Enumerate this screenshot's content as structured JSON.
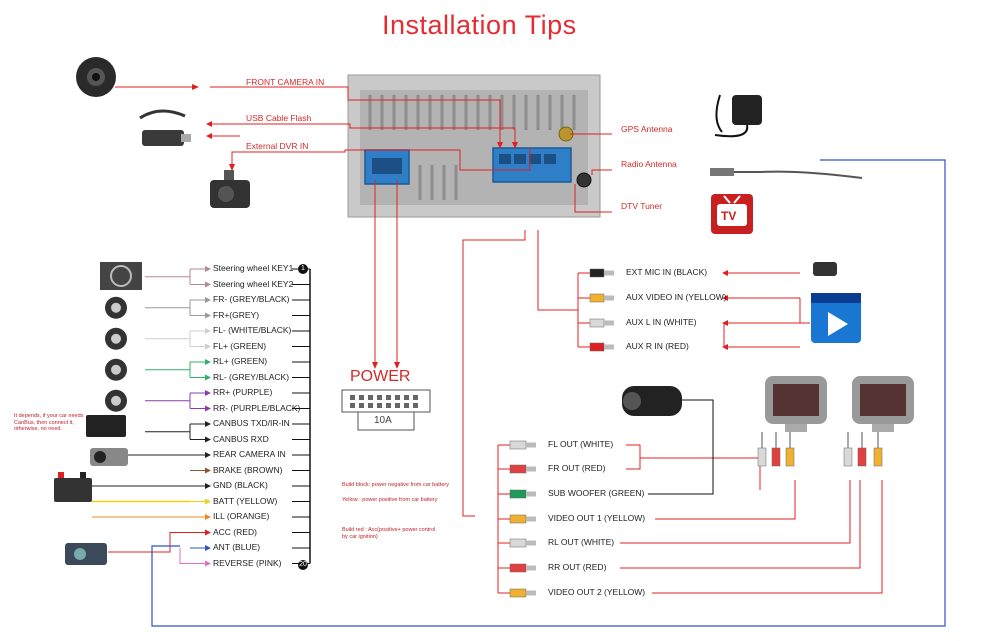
{
  "title": "Installation Tips",
  "top_connections": {
    "front_camera": "FRONT CAMERA IN",
    "usb": "USB Cable Flash",
    "dvr": "External DVR IN",
    "gps": "GPS Antenna",
    "radio": "Radio Antenna",
    "dtv": "DTV Tuner"
  },
  "tv_icon_text": "TV",
  "power": {
    "label": "POWER",
    "fuse": "10A"
  },
  "harness": {
    "wires": [
      {
        "label": "Steering wheel KEY1",
        "color": "#b08a96"
      },
      {
        "label": "Steering wheel KEY2",
        "color": "#b08a96"
      },
      {
        "label": "FR- (GREY/BLACK)",
        "color": "#9a9a9a"
      },
      {
        "label": "FR+(GREY)",
        "color": "#9a9a9a"
      },
      {
        "label": "FL- (WHITE/BLACK)",
        "color": "#e8e8e8"
      },
      {
        "label": "FL+ (GREEN)",
        "color": "#e8e8e8"
      },
      {
        "label": "RL+ (GREEN)",
        "color": "#2db36a"
      },
      {
        "label": "RL- (GREY/BLACK)",
        "color": "#2db36a"
      },
      {
        "label": "RR+ (PURPLE)",
        "color": "#8a3fa8"
      },
      {
        "label": "RR- (PURPLE/BLACK)",
        "color": "#8a3fa8"
      },
      {
        "label": "CANBUS TXD/IR-IN",
        "color": "#222222"
      },
      {
        "label": "CANBUS RXD",
        "color": "#222222"
      },
      {
        "label": "REAR CAMERA IN",
        "color": "#222222"
      },
      {
        "label": "BRAKE (BROWN)",
        "color": "#8a5a2b"
      },
      {
        "label": "GND (BLACK)",
        "color": "#222222"
      },
      {
        "label": "BATT (YELLOW)",
        "color": "#f0d010"
      },
      {
        "label": "ILL (ORANGE)",
        "color": "#f08a20"
      },
      {
        "label": "ACC (RED)",
        "color": "#e02020"
      },
      {
        "label": "ANT (BLUE)",
        "color": "#3050c8"
      },
      {
        "label": "REVERSE (PINK)",
        "color": "#e070c0"
      }
    ],
    "pin_first": "1",
    "pin_last": "20"
  },
  "notes": {
    "canbus": "It depends, if your car needs CanBus, then connect it, otherwise, no need.",
    "gnd": "Build block: power negative from car battery",
    "batt": "Yellow : power positive from car battery",
    "acc": "Build red : Acc(positive+ power control by car ignition)"
  },
  "audio_inputs": [
    {
      "label": "EXT MIC IN (BLACK)",
      "color": "#222222"
    },
    {
      "label": "AUX VIDEO IN (YELLOW)",
      "color": "#f0b030"
    },
    {
      "label": "AUX L IN (WHITE)",
      "color": "#d8d8d8"
    },
    {
      "label": "AUX R IN (RED)",
      "color": "#e02020"
    }
  ],
  "outputs": [
    {
      "label": "FL OUT (WHITE)",
      "color": "#d8d8d8"
    },
    {
      "label": "FR OUT (RED)",
      "color": "#e04040"
    },
    {
      "label": "SUB WOOFER (GREEN)",
      "color": "#1f9a5a"
    },
    {
      "label": "VIDEO OUT 1 (YELLOW)",
      "color": "#f0b030"
    },
    {
      "label": "RL OUT (WHITE)",
      "color": "#d8d8d8"
    },
    {
      "label": "RR OUT (RED)",
      "color": "#e04040"
    },
    {
      "label": "VIDEO OUT 2 (YELLOW)",
      "color": "#f0b030"
    }
  ]
}
